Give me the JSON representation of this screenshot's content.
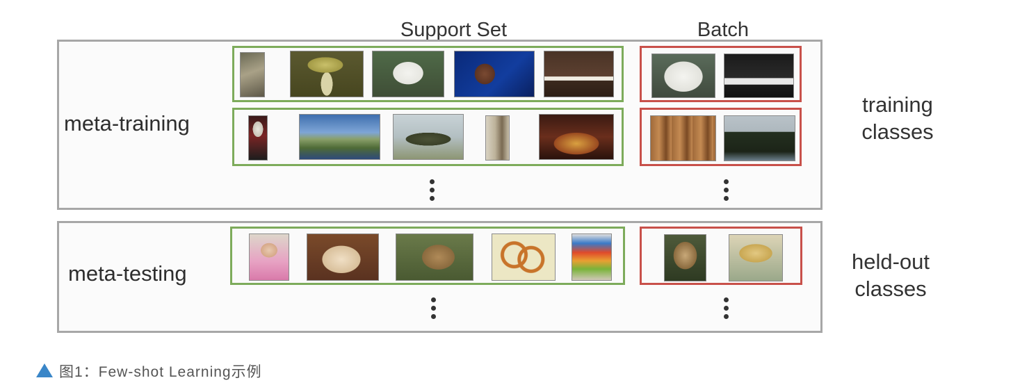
{
  "headers": {
    "support_set": "Support Set",
    "batch": "Batch"
  },
  "rows": {
    "meta_training": "meta-training",
    "meta_testing": "meta-testing"
  },
  "side_labels": {
    "training": [
      "training",
      "classes"
    ],
    "held_out": [
      "held-out",
      "classes"
    ]
  },
  "caption": "图1：Few-shot Learning示例",
  "colors": {
    "support_border": "#7dab5b",
    "batch_border": "#c8504a",
    "panel_border": "#a7a7a7",
    "caption_triangle": "#3a86c8"
  },
  "images": {
    "train_row1_support": [
      "bird",
      "mushroom",
      "white-dog",
      "singer",
      "piano"
    ],
    "train_row1_batch": [
      "white-dog",
      "piano"
    ],
    "train_row2_support": [
      "lightbulb-person",
      "coast",
      "tank",
      "room",
      "theater"
    ],
    "train_row2_batch": [
      "barrels",
      "cliffs"
    ],
    "test_support": [
      "girl",
      "golden-dog",
      "lion",
      "pretzel-rope",
      "stacked-bowls"
    ],
    "test_batch": [
      "lion",
      "bowl"
    ]
  }
}
